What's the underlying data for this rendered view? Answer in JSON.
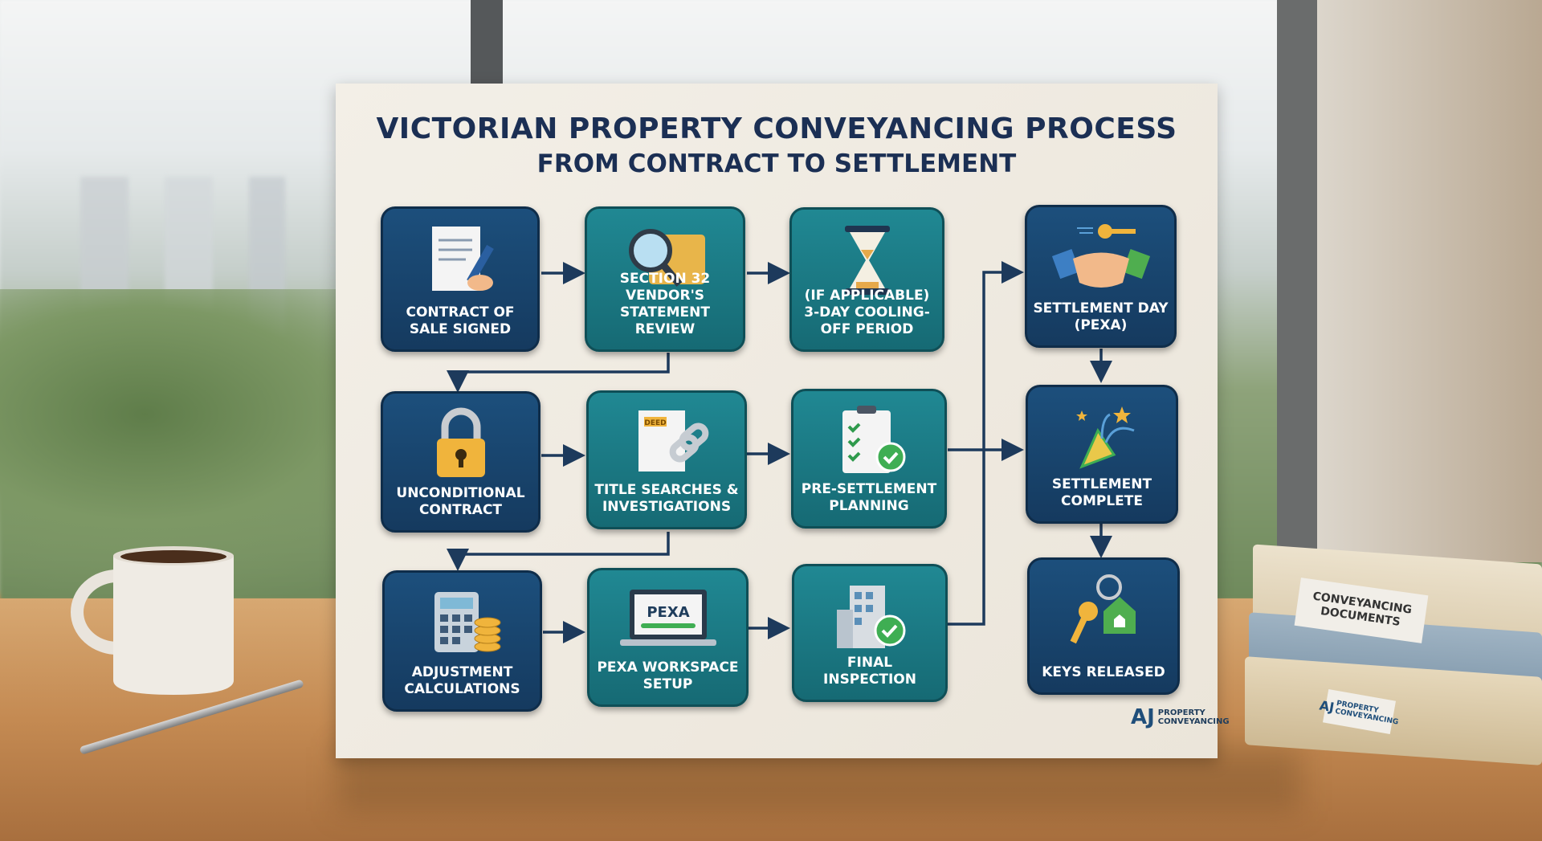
{
  "poster": {
    "title": "VICTORIAN PROPERTY CONVEYANCING PROCESS",
    "subtitle": "FROM CONTRACT TO SETTLEMENT",
    "steps": [
      {
        "label": "CONTRACT OF SALE SIGNED",
        "icon": "signed-contract-icon"
      },
      {
        "label": "SECTION 32 VENDOR'S STATEMENT REVIEW",
        "icon": "magnifier-folder-icon"
      },
      {
        "label": "(IF APPLICABLE) 3-DAY COOLING-OFF PERIOD",
        "icon": "hourglass-icon"
      },
      {
        "label": "UNCONDITIONAL CONTRACT",
        "icon": "padlock-icon"
      },
      {
        "label": "TITLE SEARCHES & INVESTIGATIONS",
        "icon": "deed-link-icon",
        "icon_text": "DEED"
      },
      {
        "label": "PRE-SETTLEMENT PLANNING",
        "icon": "checklist-icon"
      },
      {
        "label": "ADJUSTMENT CALCULATIONS",
        "icon": "calculator-coins-icon"
      },
      {
        "label": "PEXA WORKSPACE SETUP",
        "icon": "laptop-pexa-icon",
        "icon_text": "PEXA"
      },
      {
        "label": "FINAL INSPECTION",
        "icon": "building-check-icon"
      },
      {
        "label": "SETTLEMENT DAY (PEXA)",
        "icon": "handshake-key-icon"
      },
      {
        "label": "SETTLEMENT COMPLETE",
        "icon": "celebration-icon"
      },
      {
        "label": "KEYS RELEASED",
        "icon": "house-keys-icon"
      }
    ],
    "logo": {
      "mark": "AJ",
      "line1": "PROPERTY",
      "line2": "CONVEYANCING"
    }
  },
  "binders": {
    "label": "CONVEYANCING DOCUMENTS",
    "logo_mark": "AJ",
    "logo_text": "PROPERTY CONVEYANCING"
  },
  "colors": {
    "navy": "#1a4a75",
    "teal": "#1d7f89",
    "title": "#1b2f54",
    "arrow": "#1d3a5c",
    "gold": "#f0b43c"
  }
}
